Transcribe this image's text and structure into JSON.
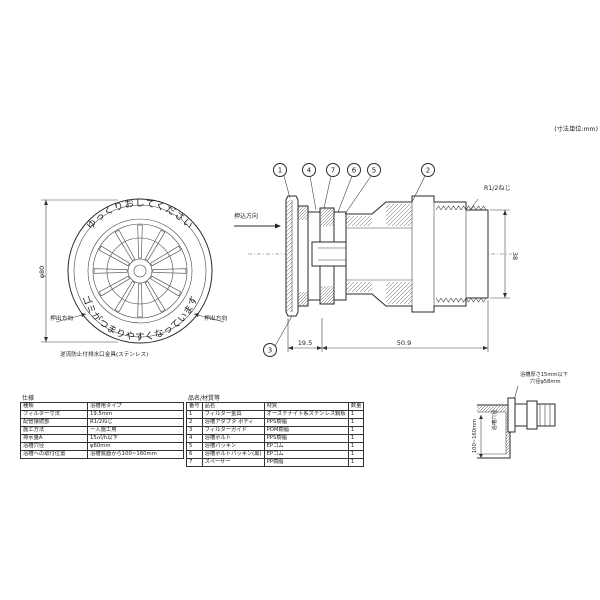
{
  "unit_label": "(寸法単位:mm)",
  "front_view": {
    "dim_height": "φ80",
    "label_left": "押出方向",
    "label_right": "押出方向",
    "caption": "逆流防止付排水口金具(ステンレス)",
    "ring_text_top": "ゆっくりおしてください",
    "ring_text_bottom": "ゴミがつまりやすくなっています"
  },
  "section_view": {
    "direction_label": "押込方向",
    "thread_label": "R1/2ねじ",
    "dim_right": "38",
    "dim_bottom_left": "19.5",
    "dim_bottom_right": "50.9",
    "callouts": [
      "1",
      "2",
      "3",
      "4",
      "5",
      "6",
      "7"
    ]
  },
  "spec": {
    "title": "仕様",
    "headers": [
      "種類",
      "浴槽用タイプ"
    ],
    "rows": [
      [
        "フィルター寸法",
        "19.5mm"
      ],
      [
        "配管接続部",
        "R1/2ねじ"
      ],
      [
        "施工方法",
        "一人施工用"
      ],
      [
        "排水量A",
        "15㎥/h以下"
      ],
      [
        "浴槽穴径",
        "φ60mm"
      ],
      [
        "浴槽への取付位置",
        "浴槽底面から100~160mm"
      ]
    ]
  },
  "parts": {
    "title": "品名/材質等",
    "headers": [
      "番号",
      "品名",
      "材質",
      "数量"
    ],
    "rows": [
      [
        "1",
        "フィルター金具",
        "オーステナイト系ステンレス鋼板",
        "1"
      ],
      [
        "2",
        "浴槽アダプタ ボディ",
        "PPS樹脂",
        "1"
      ],
      [
        "3",
        "フィルターガイド",
        "POM樹脂",
        "1"
      ],
      [
        "4",
        "浴槽ボルト",
        "PPS樹脂",
        "1"
      ],
      [
        "5",
        "浴槽パッキン",
        "EPゴム",
        "1"
      ],
      [
        "6",
        "浴槽ボルトパッキン(黒)",
        "EPゴム",
        "1"
      ],
      [
        "7",
        "スペーサー",
        "PP樹脂",
        "1"
      ]
    ]
  },
  "install": {
    "note_line1": "浴槽厚さ15mm以下",
    "note_line2": "穴径φ58mm",
    "label_side": "浴槽穴径",
    "label_height": "100~160mm"
  }
}
